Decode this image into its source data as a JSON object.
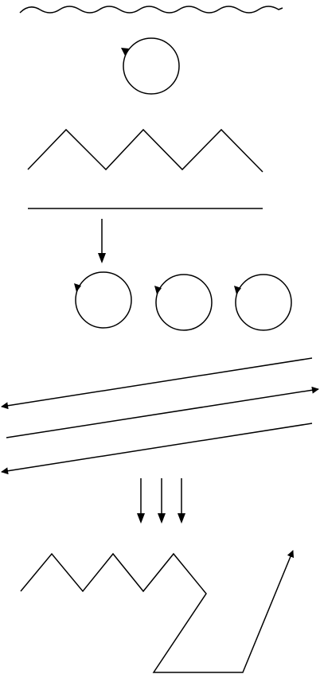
{
  "colors": {
    "background": "#ffffff",
    "stroke": "#000000"
  },
  "diagram": {
    "elements": [
      {
        "kind": "wavy-line"
      },
      {
        "kind": "circular-arrow",
        "count": 1
      },
      {
        "kind": "zigzag-line"
      },
      {
        "kind": "horizontal-line"
      },
      {
        "kind": "down-arrow",
        "count": 1
      },
      {
        "kind": "circular-arrow",
        "count": 3
      },
      {
        "kind": "diagonal-lines",
        "count": 3
      },
      {
        "kind": "down-arrow",
        "count": 3
      },
      {
        "kind": "zigzag-with-up-arrow"
      }
    ]
  }
}
